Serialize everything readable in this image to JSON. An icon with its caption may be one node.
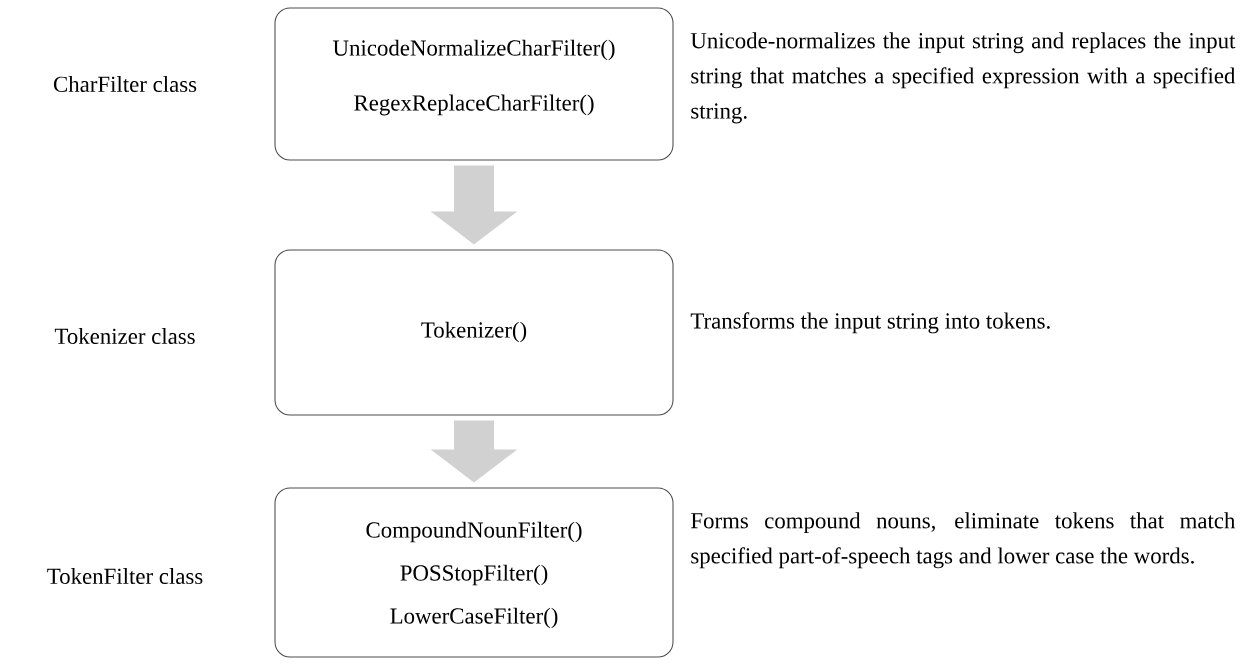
{
  "diagram": {
    "nodes": [
      {
        "text": [
          "UnicodeNormalizeCharFilter()",
          "RegexReplaceCharFilter()"
        ],
        "beside": [
          "Unicode-normalizes the input string and replaces the input string that matches a specified expression with a specified string."
        ]
      },
      {
        "text": [
          "Tokenizer()"
        ],
        "beside": [
          "Transforms the input string into tokens."
        ]
      },
      {
        "text": [
          "CompoundNounFilter()",
          "POSStopFilter()",
          "LowerCaseFilter()"
        ],
        "beside": [
          "Forms compound nouns, eliminate tokens that match specified part-of-speech tags and lower case the words."
        ]
      }
    ],
    "edges": [
      {
        "from": 0,
        "to": 1,
        "arrow": "to"
      },
      {
        "from": 1,
        "to": 2,
        "arrow": "to"
      }
    ],
    "labels": [
      "CharFilter class",
      "Tokenizer class",
      "TokenFilter class"
    ]
  }
}
